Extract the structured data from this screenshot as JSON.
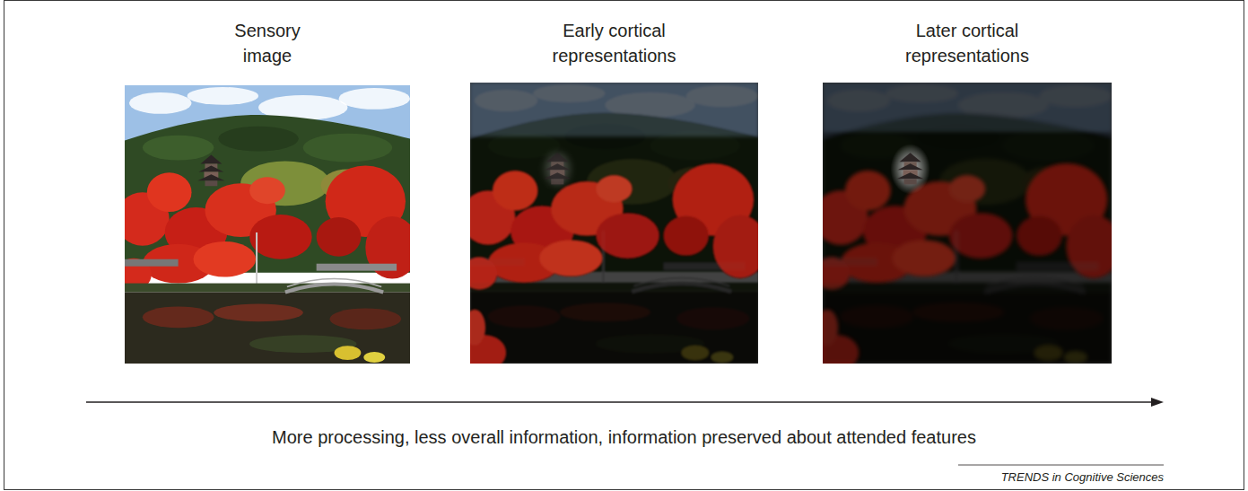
{
  "diagram": {
    "nodes": [
      {
        "text": [
          "Sensory image"
        ]
      },
      {
        "text": [
          "Early cortical representations"
        ]
      },
      {
        "text": [
          "Later cortical representations"
        ]
      }
    ],
    "labels": [
      "More processing, less overall information, information preserved about attended features",
      "TRENDS in Cognitive Sciences"
    ]
  }
}
